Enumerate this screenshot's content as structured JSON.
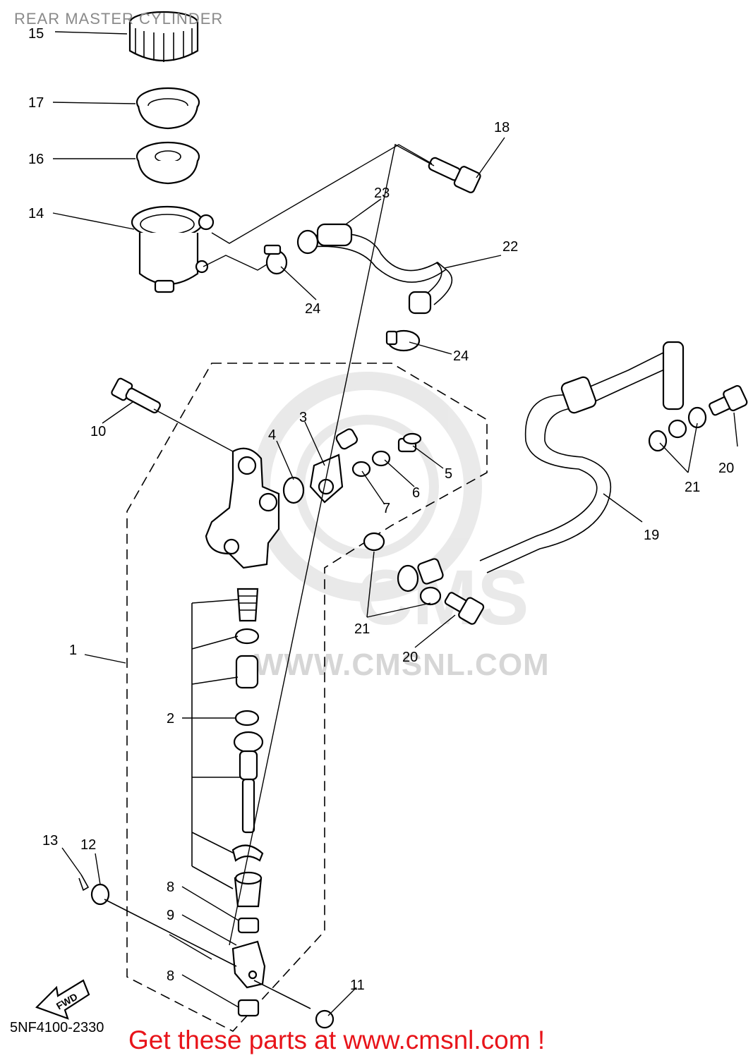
{
  "title": "REAR MASTER CYLINDER",
  "diagram_code": "5NF4100-2330",
  "promo_text": "Get these parts at www.cmsnl.com !",
  "watermark": {
    "text": "WWW.CMSNL.COM",
    "logo_text": "CMS"
  },
  "fwd_arrow_label": "FWD",
  "callouts": [
    {
      "id": "c15",
      "label": "15"
    },
    {
      "id": "c17",
      "label": "17"
    },
    {
      "id": "c16",
      "label": "16"
    },
    {
      "id": "c14",
      "label": "14"
    },
    {
      "id": "c18",
      "label": "18"
    },
    {
      "id": "c23",
      "label": "23"
    },
    {
      "id": "c22",
      "label": "22"
    },
    {
      "id": "c24a",
      "label": "24"
    },
    {
      "id": "c24b",
      "label": "24"
    },
    {
      "id": "c10",
      "label": "10"
    },
    {
      "id": "c4",
      "label": "4"
    },
    {
      "id": "c3",
      "label": "3"
    },
    {
      "id": "c5",
      "label": "5"
    },
    {
      "id": "c6",
      "label": "6"
    },
    {
      "id": "c7",
      "label": "7"
    },
    {
      "id": "c20a",
      "label": "20"
    },
    {
      "id": "c21a",
      "label": "21"
    },
    {
      "id": "c19",
      "label": "19"
    },
    {
      "id": "c21b",
      "label": "21"
    },
    {
      "id": "c20b",
      "label": "20"
    },
    {
      "id": "c1",
      "label": "1"
    },
    {
      "id": "c2",
      "label": "2"
    },
    {
      "id": "c13",
      "label": "13"
    },
    {
      "id": "c12",
      "label": "12"
    },
    {
      "id": "c8a",
      "label": "8"
    },
    {
      "id": "c9",
      "label": "9"
    },
    {
      "id": "c8b",
      "label": "8"
    },
    {
      "id": "c11",
      "label": "11"
    }
  ]
}
